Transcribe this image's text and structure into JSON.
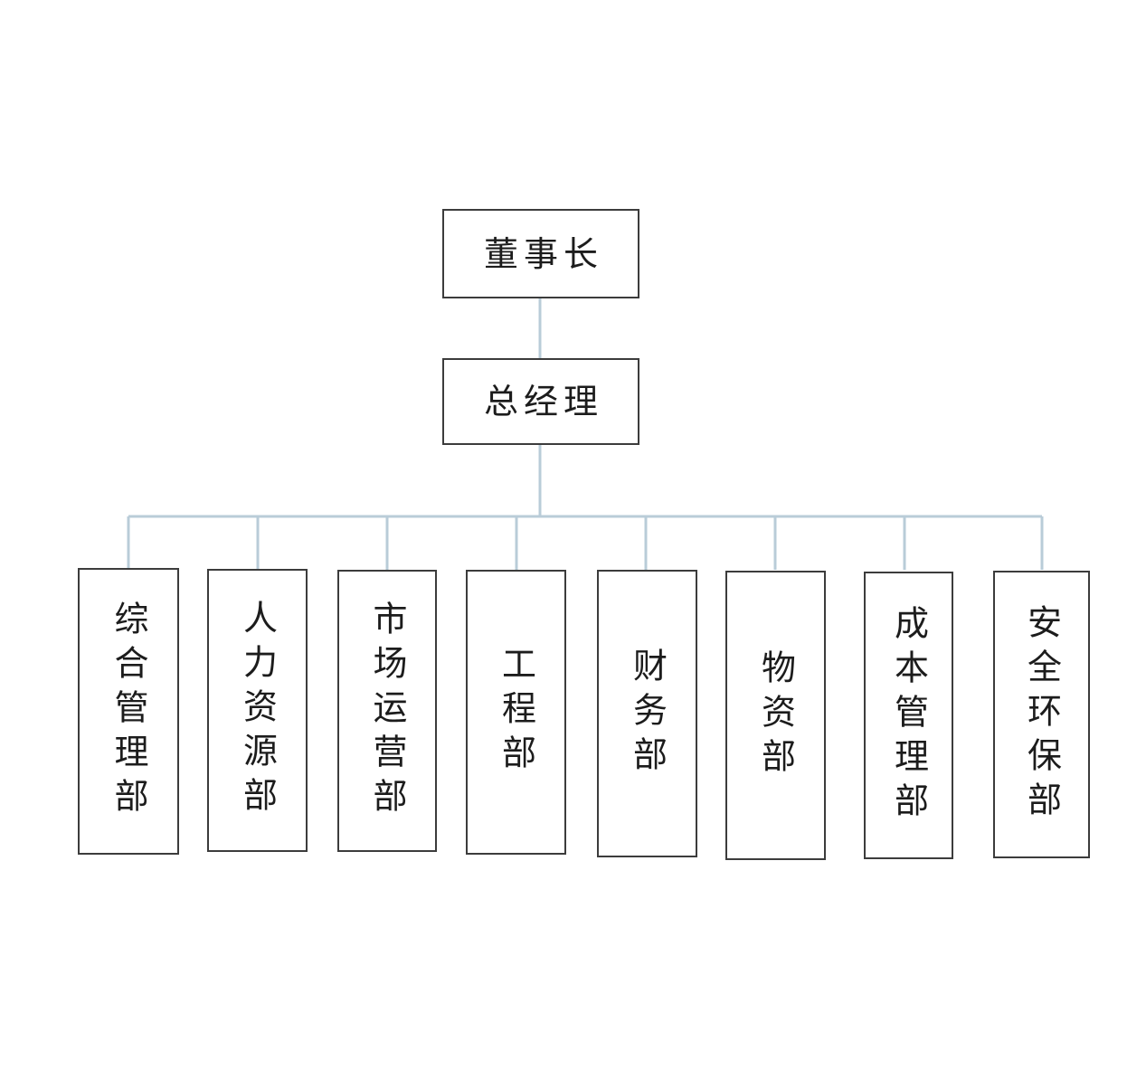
{
  "chart_data": {
    "type": "diagram",
    "diagram_kind": "organizational-chart",
    "orientation": "top-down",
    "title": "",
    "text_direction": "vertical-for-departments",
    "colors": {
      "box_border": "#3c3c3c",
      "box_fill": "#ffffff",
      "connector": "#b9ccd8",
      "text": "#1c1c1c",
      "background": "#ffffff"
    },
    "levels": [
      {
        "level": 1,
        "nodes": [
          "chairman"
        ]
      },
      {
        "level": 2,
        "nodes": [
          "general-manager"
        ]
      },
      {
        "level": 3,
        "nodes": [
          "dept-1",
          "dept-2",
          "dept-3",
          "dept-4",
          "dept-5",
          "dept-6",
          "dept-7",
          "dept-8"
        ]
      }
    ],
    "edges": [
      {
        "from": "chairman",
        "to": "general-manager"
      },
      {
        "from": "general-manager",
        "to": "dept-1"
      },
      {
        "from": "general-manager",
        "to": "dept-2"
      },
      {
        "from": "general-manager",
        "to": "dept-3"
      },
      {
        "from": "general-manager",
        "to": "dept-4"
      },
      {
        "from": "general-manager",
        "to": "dept-5"
      },
      {
        "from": "general-manager",
        "to": "dept-6"
      },
      {
        "from": "general-manager",
        "to": "dept-7"
      },
      {
        "from": "general-manager",
        "to": "dept-8"
      }
    ]
  },
  "nodes": {
    "chairman": {
      "label": "董事长"
    },
    "general_manager": {
      "label": "总经理"
    }
  },
  "departments": [
    {
      "id": "dept-1",
      "label": "综合管理部"
    },
    {
      "id": "dept-2",
      "label": "人力资源部"
    },
    {
      "id": "dept-3",
      "label": "市场运营部"
    },
    {
      "id": "dept-4",
      "label": "工程部"
    },
    {
      "id": "dept-5",
      "label": "财务部"
    },
    {
      "id": "dept-6",
      "label": "物资部"
    },
    {
      "id": "dept-7",
      "label": "成本管理部"
    },
    {
      "id": "dept-8",
      "label": "安全环保部"
    }
  ]
}
